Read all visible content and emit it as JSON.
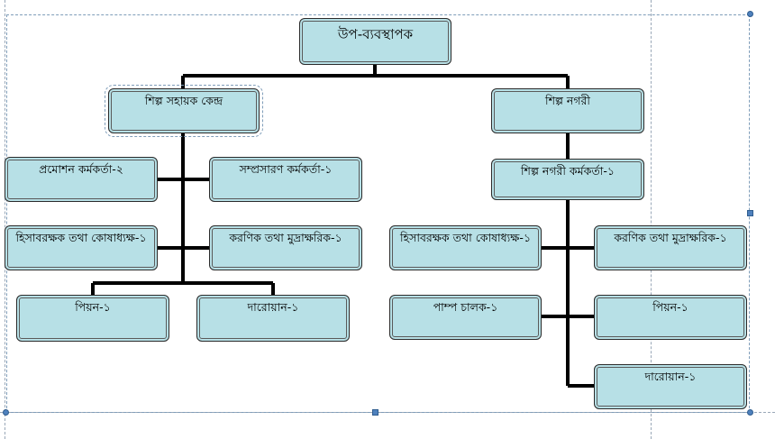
{
  "org_chart": {
    "root": "উপ-ব্যবস্থাপক",
    "left_branch": {
      "head": "শিল্প সহায়ক কেন্দ্র",
      "children": [
        "প্রমোশন কর্মকর্তা-২",
        "সম্প্রসারণ কর্মকর্তা-১",
        "হিসাবরক্ষক তথা কোষাধ্যক্ষ-১",
        "করণিক তথা মুদ্রাক্ষরিক-১",
        "পিয়ন-১",
        "দারোয়ান-১"
      ]
    },
    "right_branch": {
      "head": "শিল্প নগরী",
      "sub_head": "শিল্প নগরী কর্মকর্তা-১",
      "children": [
        "হিসাবরক্ষক তথা কোষাধ্যক্ষ-১",
        "করণিক তথা মুদ্রাক্ষরিক-১",
        "পাম্প চালক-১",
        "পিয়ন-১",
        "দারোয়ান-১"
      ]
    }
  }
}
